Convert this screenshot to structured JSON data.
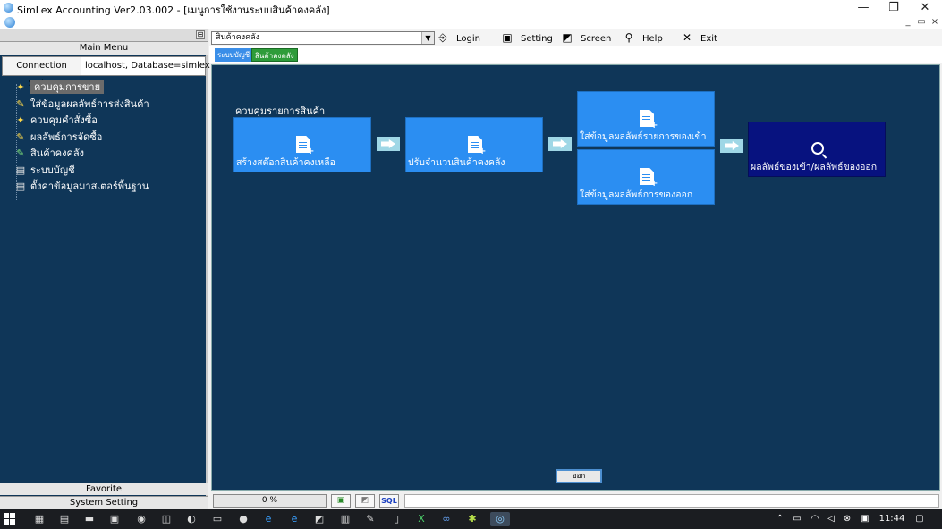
{
  "window": {
    "title": "SimLex Accounting Ver2.03.002 - [เมนูการใช้งานระบบสินค้าคงคลัง]",
    "minimize": "—",
    "restore": "❐",
    "close": "✕",
    "mdi_minimize": "_",
    "mdi_restore": "▭",
    "mdi_close": "×"
  },
  "left_panel": {
    "pin": "⊟",
    "main_menu_label": "Main Menu",
    "connection_label": "Connection String",
    "connection_value": "localhost,  Database=simlex",
    "items": [
      {
        "label": "ควบคุมการขาย",
        "icon": "key-icon",
        "selected": true
      },
      {
        "label": "ใส่ข้อมูลผลลัพธ์การส่งสินค้า",
        "icon": "edit-icon",
        "selected": false
      },
      {
        "label": "ควบคุมคำสั่งซื้อ",
        "icon": "key-icon",
        "selected": false
      },
      {
        "label": "ผลลัพธ์การจัดซื้อ",
        "icon": "edit-icon",
        "selected": false
      },
      {
        "label": "สินค้าคงคลัง",
        "icon": "inventory-icon",
        "selected": false
      },
      {
        "label": "ระบบบัญชี",
        "icon": "settings-icon",
        "selected": false
      },
      {
        "label": "ตั้งค่าข้อมูลมาสเตอร์พื้นฐาน",
        "icon": "settings-icon",
        "selected": false
      }
    ],
    "favorite_label": "Favorite",
    "system_setting_label": "System Setting"
  },
  "toolbar": {
    "module_value": "สินค้าคงคลัง",
    "dropdown_glyph": "▼",
    "login_label": "Login",
    "setting_label": "Setting",
    "screen_label": "Screen",
    "help_label": "Help",
    "exit_label": "Exit"
  },
  "tabs": [
    {
      "label": "ระบบบัญชี"
    },
    {
      "label": "สินค้าคงคลัง"
    }
  ],
  "content": {
    "section_title": "ควบคุมรายการสินค้า",
    "tiles": {
      "create_stock": "สร้างสต๊อกสินค้าคงเหลือ",
      "adjust_qty": "ปรับจำนวนสินค้าคงคลัง",
      "receive_result": "ใส่ข้อมูลผลลัพธ์รายการของเข้า",
      "issue_result": "ใส่ข้อมูลผลลัพธ์การของออก",
      "view_results": "ผลลัพธ์ของเข้า/ผลลัพธ์ของออก"
    },
    "exit_button": "ออก"
  },
  "statusbar": {
    "progress": "0 %",
    "sql_label": "SQL"
  },
  "taskbar": {
    "time": "11:44",
    "apps": [
      "▦",
      "▤",
      "▬",
      "▣",
      "◉",
      "◫",
      "◐",
      "▭",
      "●",
      "e",
      "e",
      "◩",
      "▥",
      "✎",
      "▯",
      "X",
      "∞",
      "✱",
      "◎"
    ]
  },
  "colors": {
    "panel_bg": "#0f3658",
    "tile_blue": "#2b8ef2",
    "tile_dark": "#07127f",
    "arrow_bg": "#9fd7e6",
    "tab_blue": "#3a8ee8",
    "tab_green": "#2e9c3a"
  }
}
